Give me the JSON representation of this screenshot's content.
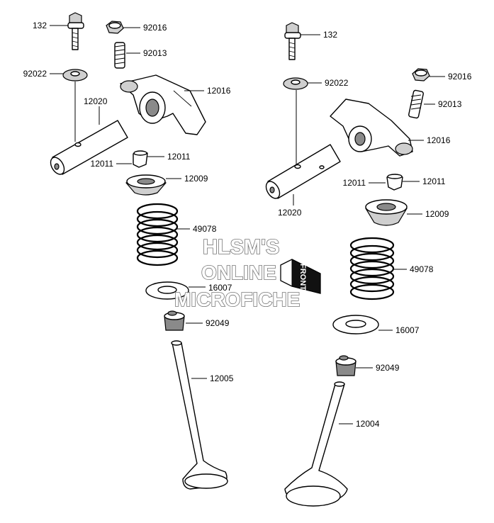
{
  "labels": {
    "left": {
      "bolt": "132",
      "nut": "92016",
      "adjuster": "92013",
      "washer": "92022",
      "rocker_shaft": "12020",
      "rocker_arm": "12016",
      "cotter": "12011",
      "cotter_right": "12011",
      "retainer": "12009",
      "spring": "49078",
      "spring_seat": "16007",
      "seal": "92049",
      "valve": "12005"
    },
    "right": {
      "bolt": "132",
      "nut": "92016",
      "washer": "92022",
      "adjuster": "92013",
      "rocker_arm": "12016",
      "cotter": "12011",
      "cotter_right": "12011",
      "rocker_shaft": "12020",
      "retainer": "12009",
      "spring": "49078",
      "spring_seat": "16007",
      "seal": "92049",
      "valve": "12004"
    }
  },
  "watermark": {
    "line1": "HLSM'S",
    "line2": "ONLINE",
    "line3": "MICROFICHE"
  },
  "front_badge": "FRONT",
  "colors": {
    "line": "#000000",
    "shade": "#cfcfcf",
    "dark": "#8a8a8a",
    "watermark_outline": "#666666"
  }
}
